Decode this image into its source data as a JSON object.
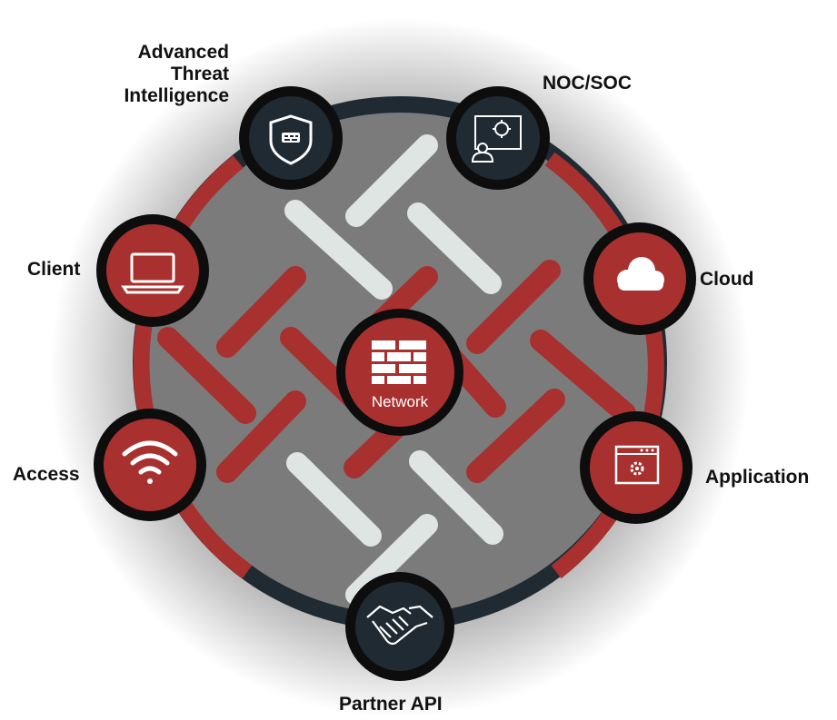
{
  "center": {
    "label": "Network",
    "icon": "firewall-icon"
  },
  "nodes": {
    "threat_intel": {
      "label_lines": [
        "Advanced",
        "Threat",
        "Intelligence"
      ],
      "icon": "shield-icon"
    },
    "noc_soc": {
      "label": "NOC/SOC",
      "icon": "monitor-user-icon"
    },
    "client": {
      "label": "Client",
      "icon": "laptop-icon"
    },
    "cloud": {
      "label": "Cloud",
      "icon": "cloud-icon"
    },
    "access": {
      "label": "Access",
      "icon": "wifi-icon"
    },
    "application": {
      "label": "Application",
      "icon": "app-window-icon"
    },
    "partner_api": {
      "label": "Partner API",
      "icon": "handshake-icon"
    }
  },
  "colors": {
    "red": "#a8302f",
    "dark": "#1f2a33",
    "light_bar": "#dfe5e3",
    "disc": "#7c7c7c",
    "black_ring": "#0d0d0d"
  }
}
